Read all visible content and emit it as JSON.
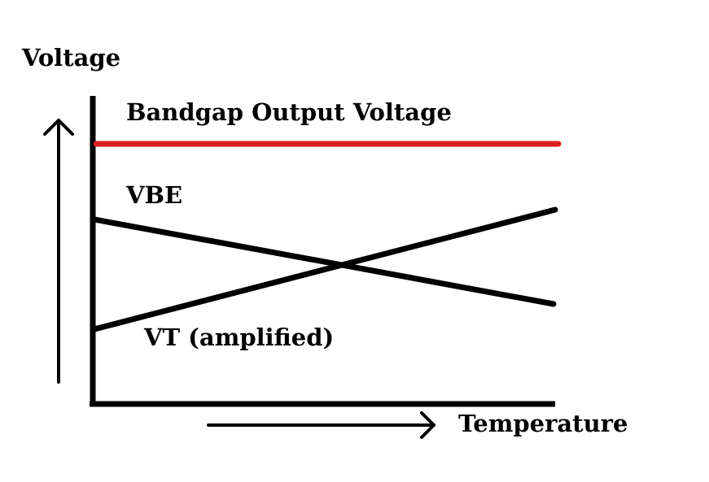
{
  "axes": {
    "y_label": "Voltage",
    "x_label": "Temperature"
  },
  "curves": {
    "bandgap": {
      "label": "Bandgap Output Voltage",
      "color": "#dd1e1e",
      "trend": "constant"
    },
    "vbe": {
      "label": "VBE",
      "color": "#000000",
      "trend": "decreasing"
    },
    "vt": {
      "label": "VT (amplified)",
      "color": "#000000",
      "trend": "increasing"
    }
  }
}
